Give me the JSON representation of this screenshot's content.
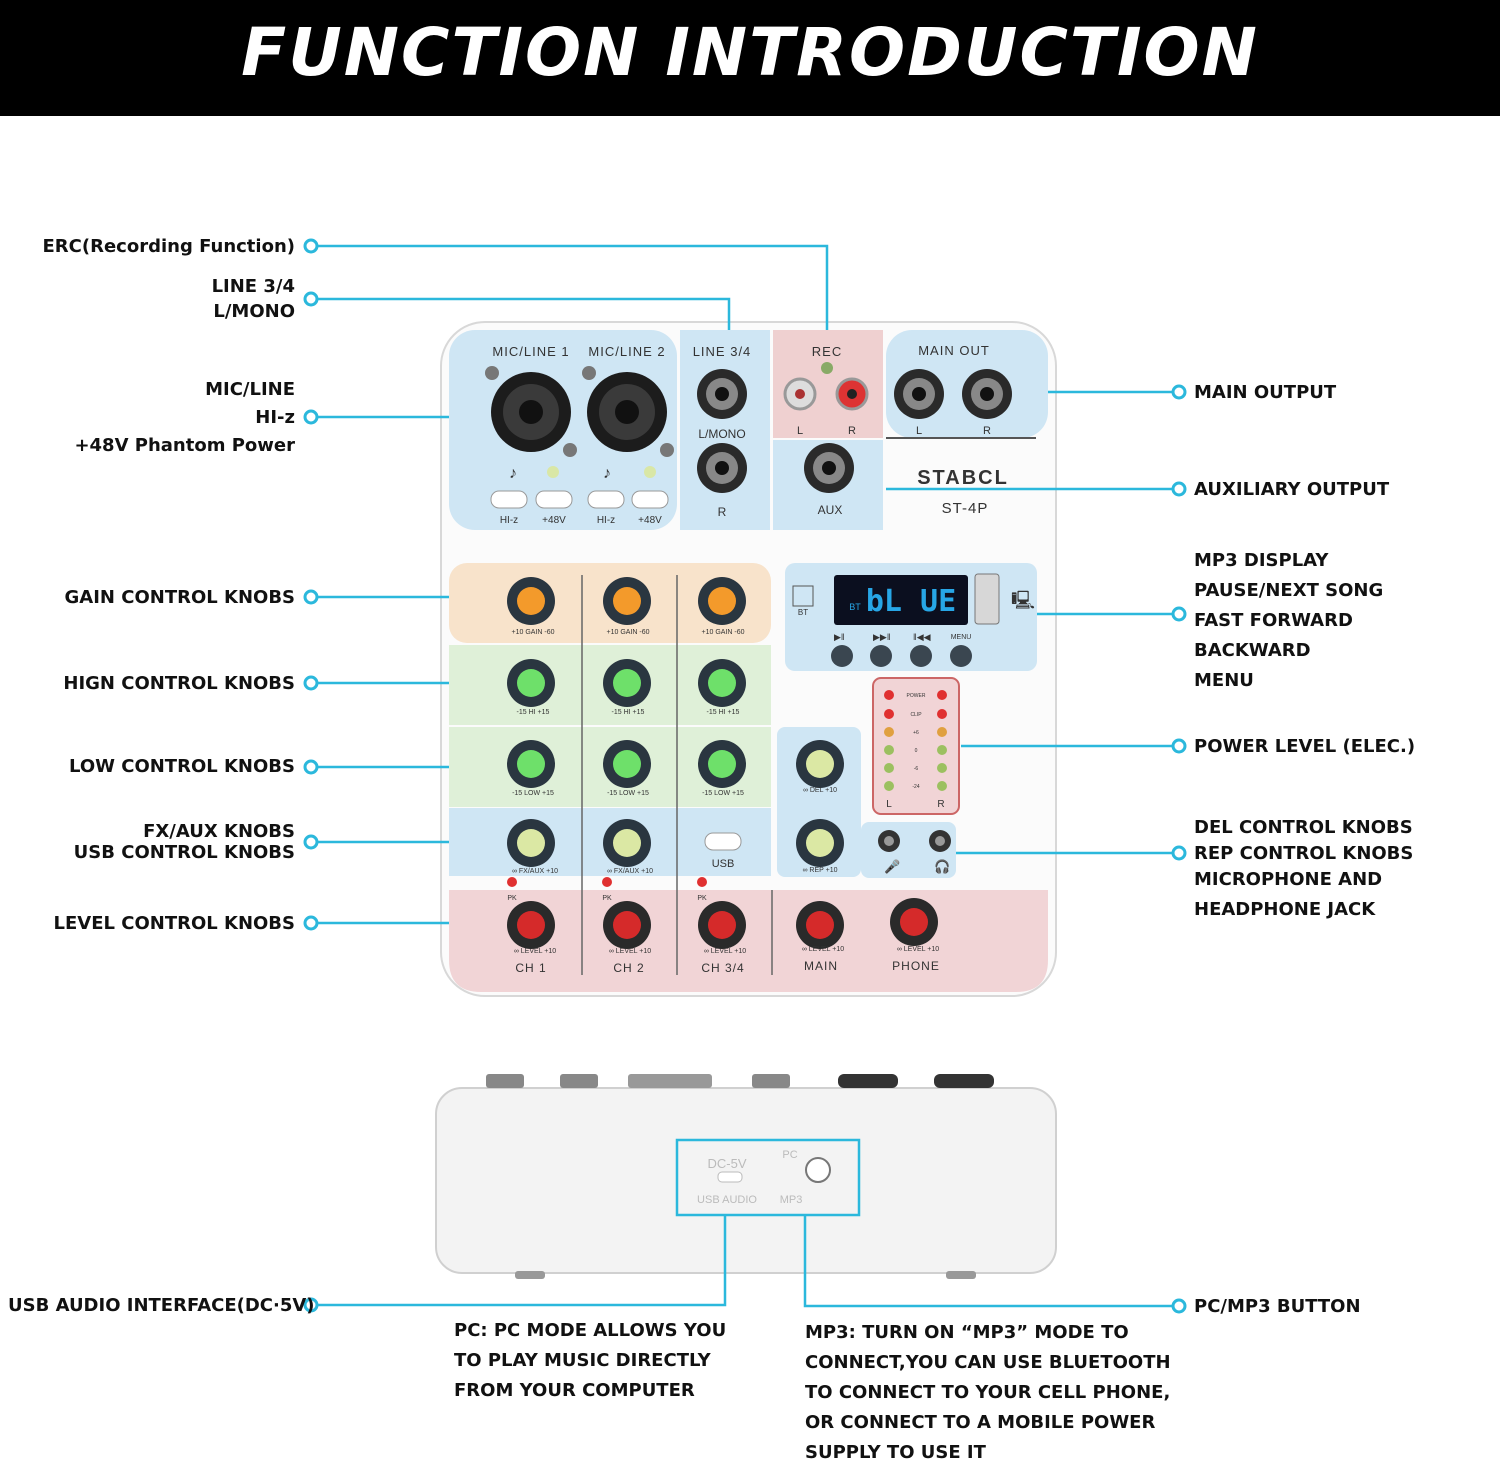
{
  "header": {
    "title": "FUNCTION INTRODUCTION"
  },
  "callouts_left": {
    "erc": "ERC(Recording Function)",
    "line34": [
      "LINE 3/4",
      "L/MONO"
    ],
    "micline": [
      "MIC/LINE",
      "HI-z",
      "+48V Phantom Power"
    ],
    "gain": "GAIN CONTROL KNOBS",
    "high": "HIGN CONTROL KNOBS",
    "low": "LOW CONTROL KNOBS",
    "fxaux": [
      "FX/AUX KNOBS",
      "USB CONTROL KNOBS"
    ],
    "level": "LEVEL CONTROL KNOBS",
    "usb_audio": "USB AUDIO INTERFACE(DC·5V)"
  },
  "callouts_right": {
    "main_output": "MAIN OUTPUT",
    "aux_output": "AUXILIARY OUTPUT",
    "mp3": [
      "MP3 DISPLAY",
      "PAUSE/NEXT SONG",
      "FAST FORWARD",
      "BACKWARD",
      "MENU"
    ],
    "power": "POWER LEVEL (ELEC.)",
    "del": [
      "DEL CONTROL KNOBS",
      "REP CONTROL KNOBS",
      "MICROPHONE AND",
      "HEADPHONE JACK"
    ],
    "pcmp3": "PC/MP3 BUTTON"
  },
  "notes": {
    "pc": [
      "PC:  PC MODE ALLOWS YOU",
      "TO PLAY MUSIC DIRECTLY",
      "FROM YOUR COMPUTER"
    ],
    "mp3": [
      "MP3:  TURN ON “MP3” MODE TO",
      "CONNECT,YOU CAN USE BLUETOOTH",
      "TO CONNECT TO YOUR CELL PHONE,",
      "OR CONNECT TO A MOBILE POWER",
      "SUPPLY TO USE IT"
    ]
  },
  "device": {
    "top_labels": {
      "mic1": "MIC/LINE 1",
      "mic2": "MIC/LINE 2",
      "line34": "LINE 3/4",
      "rec": "REC",
      "mainout": "MAIN OUT",
      "lmono": "L/MONO",
      "r": "R",
      "l": "L",
      "aux": "AUX",
      "hiz": "HI-z",
      "p48": "+48V"
    },
    "brand": "STABCL",
    "model": "ST-4P",
    "display": {
      "text": "bL UE",
      "bt": "BT",
      "btlabel": "BT"
    },
    "mp3_buttons": {
      "menu": "MENU"
    },
    "meter": {
      "power": "POWER",
      "clip": "CLIP",
      "p6": "+6",
      "zero": "0",
      "m6": "-6",
      "m24": "-24",
      "l": "L",
      "r": "R"
    },
    "knob_labels": {
      "gain": "+10  GAIN  -60",
      "hi": "-15    HI    +15",
      "low": "-15  LOW  +15",
      "fxaux": "∞  FX/AUX  +10",
      "level": "∞  LEVEL  +10",
      "del": "∞   DEL   +10",
      "rep": "∞   REP   +10",
      "pk": "PK",
      "usb": "USB"
    },
    "channels": {
      "ch1": "CH 1",
      "ch2": "CH 2",
      "ch34": "CH 3/4",
      "main": "MAIN",
      "phone": "PHONE"
    },
    "back_panel": {
      "dc5v": "DC-5V",
      "usb_audio": "USB AUDIO",
      "pc": "PC",
      "mp3": "MP3"
    }
  },
  "colors": {
    "accent": "#2bb8dc",
    "blue_zone": "#cfe6f4",
    "orange_zone": "#f8e3cb",
    "green_zone": "#dff0d8",
    "pink_zone": "#f1d4d6",
    "rec_zone": "#efd0d0"
  }
}
